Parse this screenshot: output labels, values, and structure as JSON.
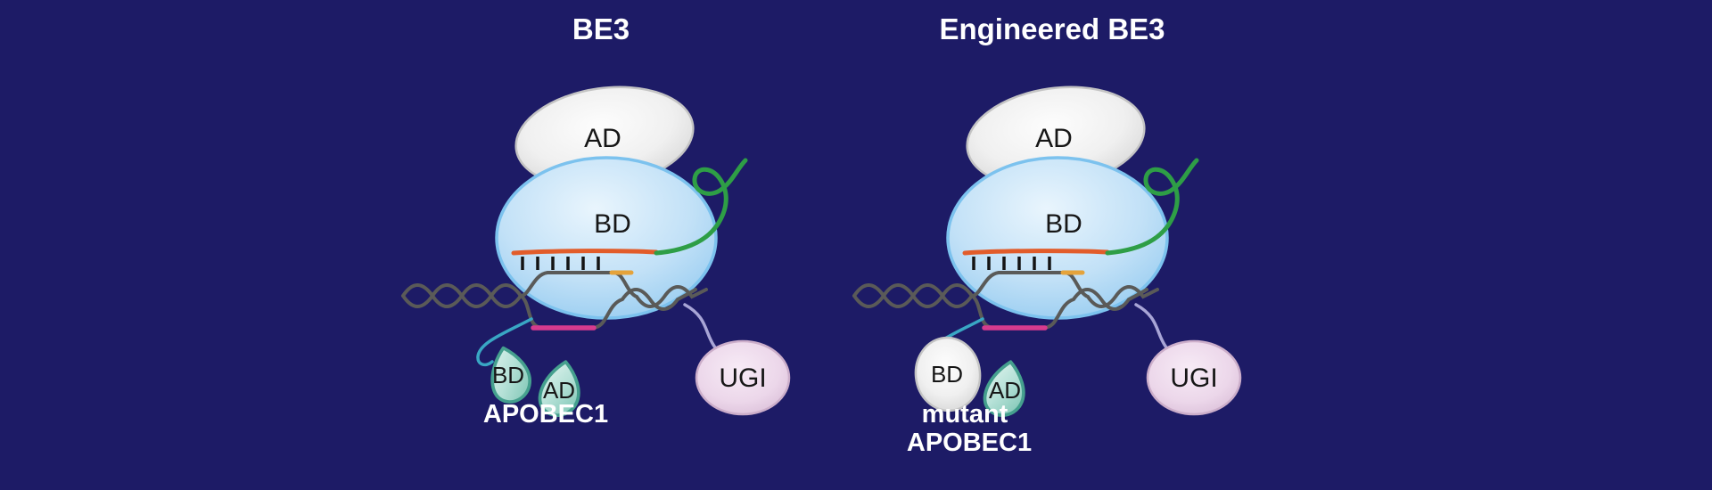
{
  "figure": {
    "description_left_panel_title": "BE3",
    "description_right_panel_title": "Engineered BE3"
  },
  "colors": {
    "background": "#1d1b66",
    "title_text": "#ffffff",
    "label_text": "#161616",
    "sgRNA_green": "#2e9e46",
    "guide_orange": "#e25c2a",
    "dna_gray": "#5a5a58",
    "ssdna_magenta": "#d63b8e",
    "linker_teal": "#39a7c4",
    "linker_lavender": "#a8a5d6",
    "pam_yellow": "#e5a33b",
    "tick_black": "#141414"
  },
  "panels": {
    "left": {
      "title": "BE3",
      "cas9_ad_label": "AD",
      "cas9_bd_label": "BD",
      "apobec_bd_label": "BD",
      "apobec_ad_label": "AD",
      "apobec_name": "APOBEC1",
      "ugi_label": "UGI"
    },
    "right": {
      "title": "Engineered BE3",
      "cas9_ad_label": "AD",
      "cas9_bd_label": "BD",
      "apobec_bd_label": "BD",
      "apobec_ad_label": "AD",
      "apobec_name_line1": "mutant",
      "apobec_name_line2": "APOBEC1",
      "ugi_label": "UGI"
    }
  }
}
